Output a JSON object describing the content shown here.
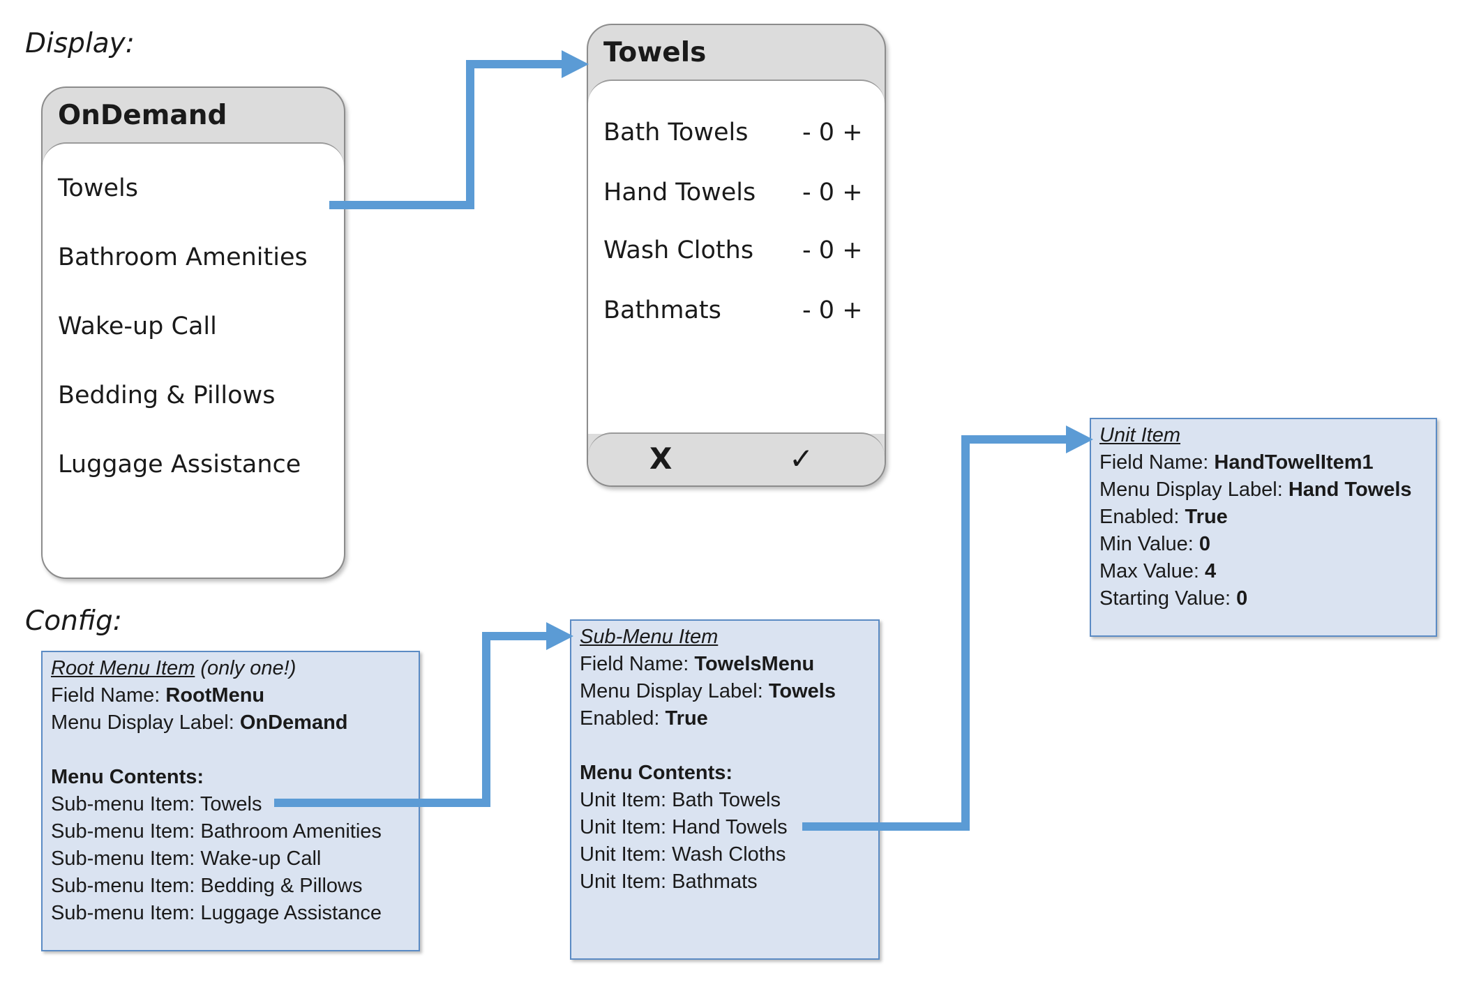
{
  "labels": {
    "display": "Display:",
    "config": "Config:"
  },
  "root_panel": {
    "title": "OnDemand",
    "items": [
      "Towels",
      "Bathroom Amenities",
      "Wake-up Call",
      "Bedding & Pillows",
      "Luggage Assistance"
    ]
  },
  "towels_panel": {
    "title": "Towels",
    "items": [
      {
        "label": "Bath Towels",
        "minus": "-",
        "value": "0",
        "plus": "+"
      },
      {
        "label": "Hand Towels",
        "minus": "-",
        "value": "0",
        "plus": "+"
      },
      {
        "label": "Wash Cloths",
        "minus": "-",
        "value": "0",
        "plus": "+"
      },
      {
        "label": "Bathmats",
        "minus": "-",
        "value": "0",
        "plus": "+"
      }
    ],
    "cancel": "X",
    "confirm": "✓"
  },
  "root_config": {
    "title": "Root Menu Item",
    "title_note": " (only one!)",
    "field_name_label": "Field Name: ",
    "field_name": "RootMenu",
    "display_label_label": "Menu Display Label: ",
    "display_label": "OnDemand",
    "contents_heading": "Menu Contents:",
    "contents": [
      "Sub-menu Item: Towels",
      "Sub-menu Item: Bathroom Amenities",
      "Sub-menu Item: Wake-up Call",
      "Sub-menu Item: Bedding & Pillows",
      "Sub-menu Item: Luggage Assistance"
    ]
  },
  "submenu_config": {
    "title": "Sub-Menu Item",
    "field_name_label": "Field Name: ",
    "field_name": "TowelsMenu",
    "display_label_label": "Menu Display Label: ",
    "display_label": "Towels",
    "enabled_label": "Enabled: ",
    "enabled": "True",
    "contents_heading": "Menu Contents:",
    "contents": [
      "Unit Item: Bath Towels",
      "Unit Item: Hand Towels",
      "Unit Item: Wash Cloths",
      "Unit Item: Bathmats"
    ]
  },
  "unit_config": {
    "title": "Unit Item",
    "field_name_label": "Field Name: ",
    "field_name": "HandTowelItem1",
    "display_label_label": "Menu Display Label: ",
    "display_label": "Hand Towels",
    "enabled_label": "Enabled: ",
    "enabled": "True",
    "min_label": "Min Value: ",
    "min": "0",
    "max_label": "Max Value: ",
    "max": "4",
    "start_label": "Starting Value: ",
    "start": "0"
  },
  "colors": {
    "connector": "#5b9bd5",
    "config_fill": "#dae3f1",
    "config_border": "#5b8bc4"
  }
}
